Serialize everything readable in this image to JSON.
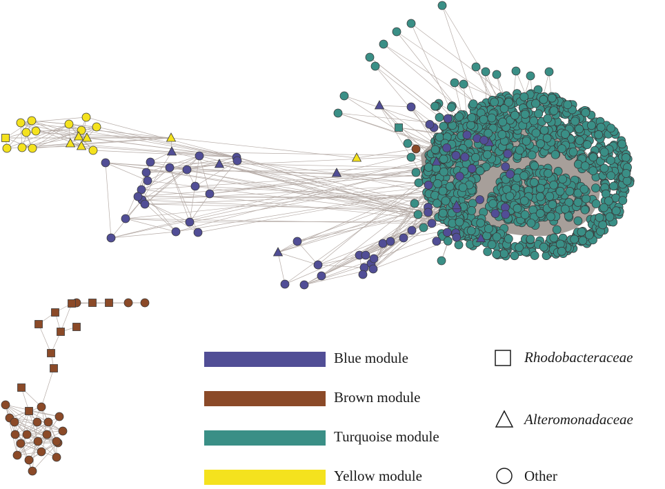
{
  "colors": {
    "blue": "#514E96",
    "brown": "#8B4A28",
    "turquoise": "#3A8F86",
    "yellow": "#F4E21E",
    "edge": "#B5ABA6",
    "hub_fill": "#A79F9A"
  },
  "legend": {
    "modules": [
      {
        "label": "Blue module",
        "color_key": "blue"
      },
      {
        "label": "Brown module",
        "color_key": "brown"
      },
      {
        "label": "Turquoise module",
        "color_key": "turquoise"
      },
      {
        "label": "Yellow module",
        "color_key": "yellow"
      }
    ],
    "shapes": [
      {
        "label": "Rhodobacteraceae",
        "shape": "square-icon"
      },
      {
        "label": "Alteromonadaceae",
        "shape": "triangle-icon"
      },
      {
        "label": "Other",
        "shape": "circle-icon"
      }
    ]
  }
}
